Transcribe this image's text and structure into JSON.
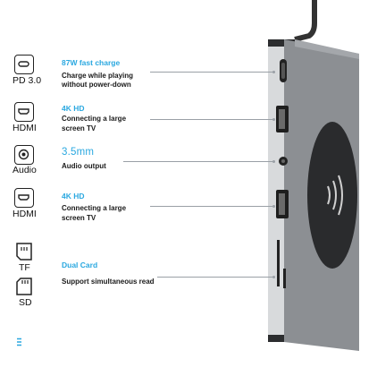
{
  "ports": [
    {
      "icon": "usb-c-icon",
      "label": "PD 3.0"
    },
    {
      "icon": "hdmi-icon",
      "label": "HDMI"
    },
    {
      "icon": "audio-icon",
      "label": "Audio"
    },
    {
      "icon": "hdmi-icon",
      "label": "HDMI"
    },
    {
      "icon": "tf-card-icon",
      "label": "TF"
    },
    {
      "icon": "sd-card-icon",
      "label": "SD"
    }
  ],
  "features": [
    {
      "title": "87W fast charge",
      "desc1": "Charge while playing",
      "desc2": "without power-down"
    },
    {
      "title": "4K HD",
      "desc1": "Connecting a large",
      "desc2": "screen TV"
    },
    {
      "title": "3.5mm",
      "desc1": "Audio output",
      "desc2": ""
    },
    {
      "title": "4K HD",
      "desc1": "Connecting a large",
      "desc2": "screen TV"
    },
    {
      "title": "Dual Card",
      "desc1": "Support simultaneous read",
      "desc2": ""
    }
  ],
  "colors": {
    "accent": "#2aa8e0",
    "device_body": "#8c8f93",
    "pad": "#2a2b2d"
  }
}
